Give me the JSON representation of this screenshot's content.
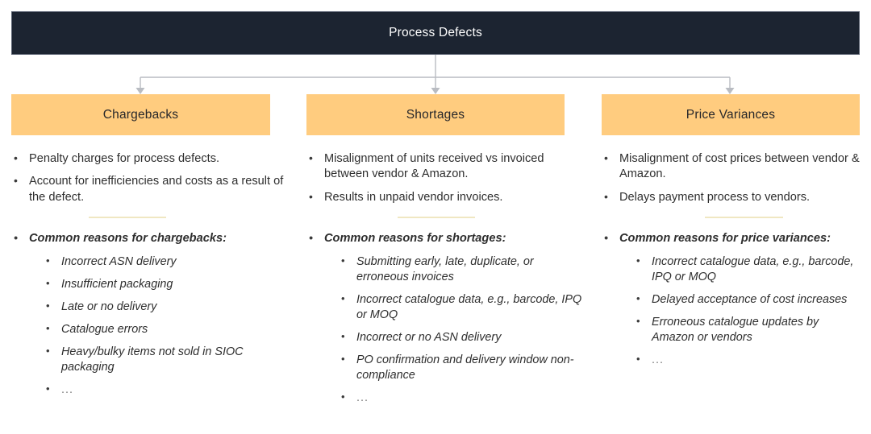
{
  "root": {
    "title": "Process Defects",
    "bg_color": "#1c2431",
    "text_color": "#ffffff"
  },
  "theme": {
    "category_bg": "#ffcc7f",
    "category_text": "#27272a",
    "divider_color": "#f0e7c2",
    "connector_color": "#b9bcc2",
    "page_bg": "#ffffff"
  },
  "columns": [
    {
      "title": "Chargebacks",
      "summary": [
        "Penalty charges for process defects.",
        "Account for inefficiencies and costs as a result of the defect."
      ],
      "reasons_heading": "Common reasons for chargebacks:",
      "reasons": [
        "Incorrect ASN delivery",
        "Insufficient packaging",
        "Late or no delivery",
        "Catalogue errors",
        "Heavy/bulky items not sold in SIOC packaging",
        "..."
      ]
    },
    {
      "title": "Shortages",
      "summary": [
        "Misalignment of units received vs invoiced between vendor & Amazon.",
        "Results in unpaid vendor invoices."
      ],
      "reasons_heading": "Common reasons for shortages:",
      "reasons": [
        "Submitting early, late, duplicate, or erroneous invoices",
        "Incorrect catalogue data, e.g., barcode, IPQ or MOQ",
        "Incorrect or no ASN delivery",
        "PO confirmation and delivery window non-compliance",
        "..."
      ]
    },
    {
      "title": "Price Variances",
      "summary": [
        "Misalignment of cost prices between vendor & Amazon.",
        "Delays payment process to vendors."
      ],
      "reasons_heading": "Common reasons for price variances:",
      "reasons": [
        "Incorrect catalogue data, e.g., barcode, IPQ or MOQ",
        "Delayed acceptance of cost increases",
        "Erroneous catalogue updates by Amazon or vendors",
        "..."
      ]
    }
  ]
}
